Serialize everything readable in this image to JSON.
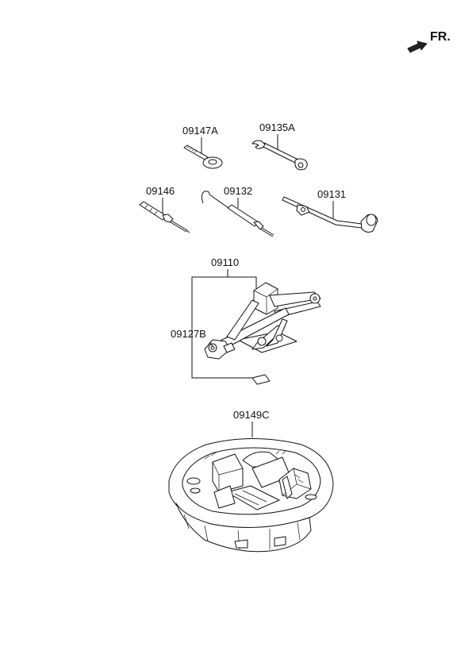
{
  "direction_label": "FR.",
  "parts": {
    "p09147A": "09147A",
    "p09135A": "09135A",
    "p09146": "09146",
    "p09132": "09132",
    "p09131": "09131",
    "p09110": "09110",
    "p09127B": "09127B",
    "p09149C": "09149C"
  },
  "icons": {
    "direction_arrow": "arrow-icon"
  }
}
